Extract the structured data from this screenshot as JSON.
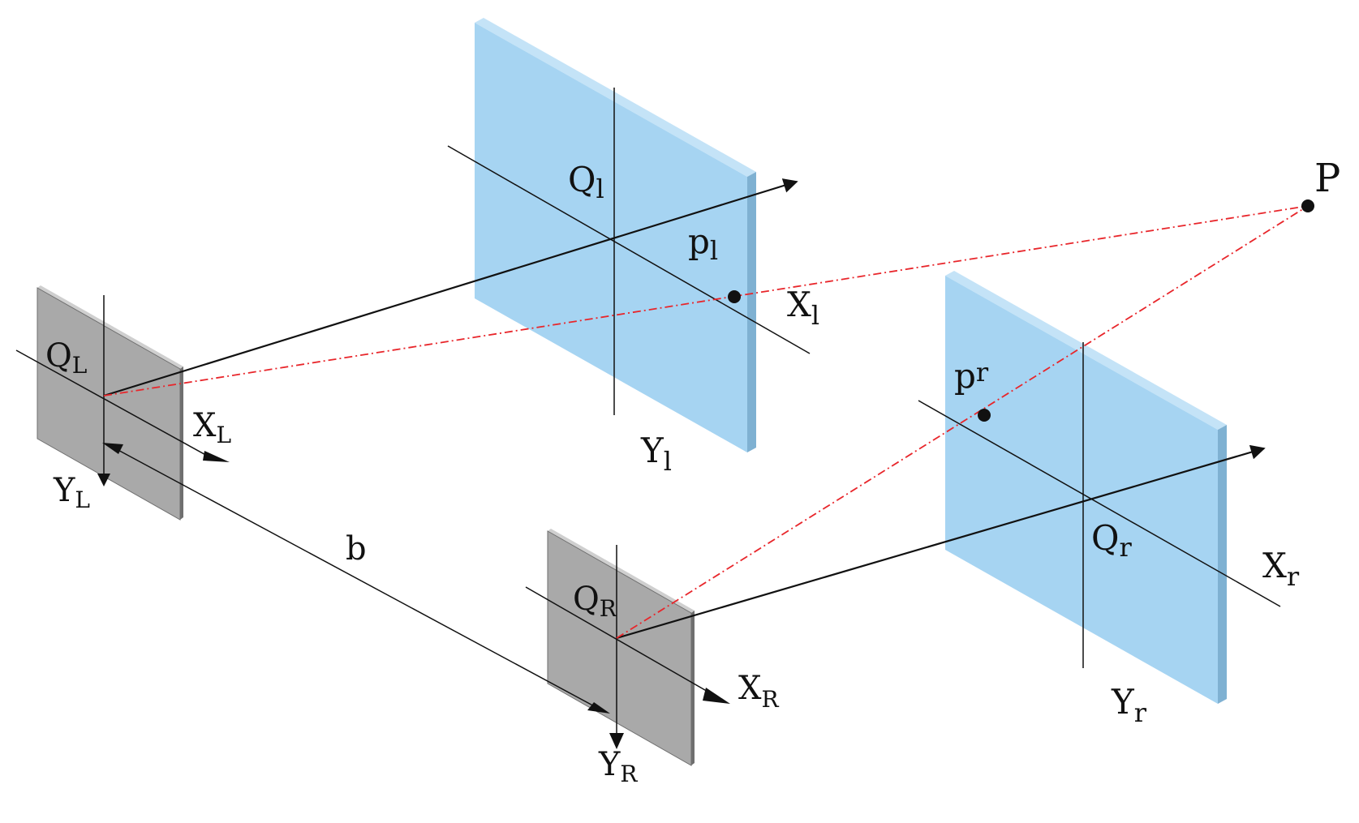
{
  "colors": {
    "image_plane_front": "#a6d4f2",
    "image_plane_side": "#7fb1d2",
    "image_plane_top": "#c4e3f7",
    "camera_front": "#a9a9a9",
    "camera_side": "#6f6f6f",
    "camera_top": "#cfcfcf",
    "projection_ray": "#e8262b",
    "axis_line": "#111111"
  },
  "labels": {
    "left_camera": {
      "center": "Q",
      "center_sub": "L",
      "x_axis": "X",
      "x_axis_sub": "L",
      "y_axis": "Y",
      "y_axis_sub": "L"
    },
    "right_camera": {
      "center": "Q",
      "center_sub": "R",
      "x_axis": "X",
      "x_axis_sub": "R",
      "y_axis": "Y",
      "y_axis_sub": "R"
    },
    "left_image": {
      "center": "Q",
      "center_sub": "l",
      "x_axis": "X",
      "x_axis_sub": "l",
      "y_axis": "Y",
      "y_axis_sub": "l",
      "point": "p",
      "point_sub": "l"
    },
    "right_image": {
      "center": "Q",
      "center_sub": "r",
      "x_axis": "X",
      "x_axis_sub": "r",
      "y_axis": "Y",
      "y_axis_sub": "r",
      "point": "p",
      "point_sub": "r"
    },
    "baseline": "b",
    "world_point": "P"
  }
}
